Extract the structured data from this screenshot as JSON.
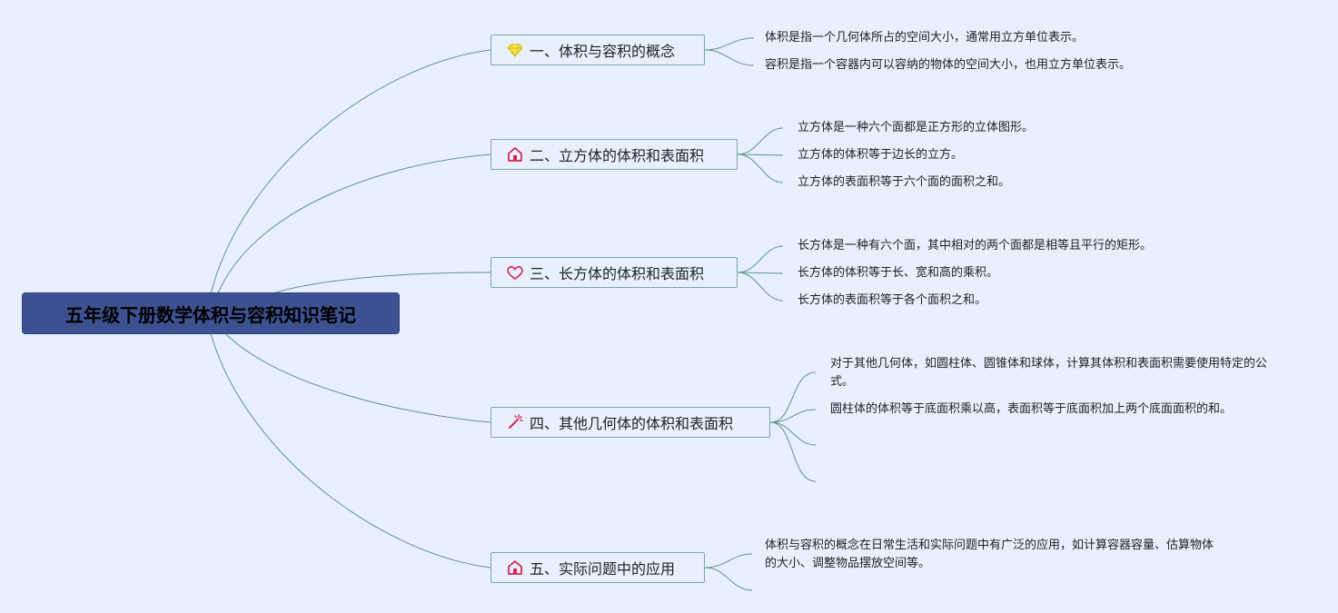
{
  "root": {
    "title": "五年级下册数学体积与容积知识笔记"
  },
  "colors": {
    "background": "#e8f0fe",
    "root_fill": "#3d5191",
    "edge": "#5e948f",
    "topic_border": "#7aa7a6"
  },
  "topics": [
    {
      "label": "一、体积与容积的概念",
      "icon": "diamond-icon",
      "details": [
        "体积是指一个几何体所占的空间大小，通常用立方单位表示。",
        "容积是指一个容器内可以容纳的物体的空间大小，也用立方单位表示。"
      ]
    },
    {
      "label": "二、立方体的体积和表面积",
      "icon": "house-icon",
      "details": [
        "立方体是一种六个面都是正方形的立体图形。",
        "立方体的体积等于边长的立方。",
        "立方体的表面积等于六个面的面积之和。"
      ]
    },
    {
      "label": "三、长方体的体积和表面积",
      "icon": "heart-icon",
      "details": [
        "长方体是一种有六个面，其中相对的两个面都是相等且平行的矩形。",
        "长方体的体积等于长、宽和高的乘积。",
        "长方体的表面积等于各个面积之和。"
      ]
    },
    {
      "label": "四、其他几何体的体积和表面积",
      "icon": "magic-wand-icon",
      "details": [
        "对于其他几何体，如圆柱体、圆锥体和球体，计算其体积和表面积需要使用特定的公式。",
        "圆柱体的体积等于底面积乘以高，表面积等于底面积加上两个底面面积的和。",
        "",
        ""
      ]
    },
    {
      "label": "五、实际问题中的应用",
      "icon": "house-icon",
      "details": [
        "体积与容积的概念在日常生活和实际问题中有广泛的应用，如计算容器容量、估算物体的大小、调整物品摆放空间等。"
      ]
    }
  ]
}
